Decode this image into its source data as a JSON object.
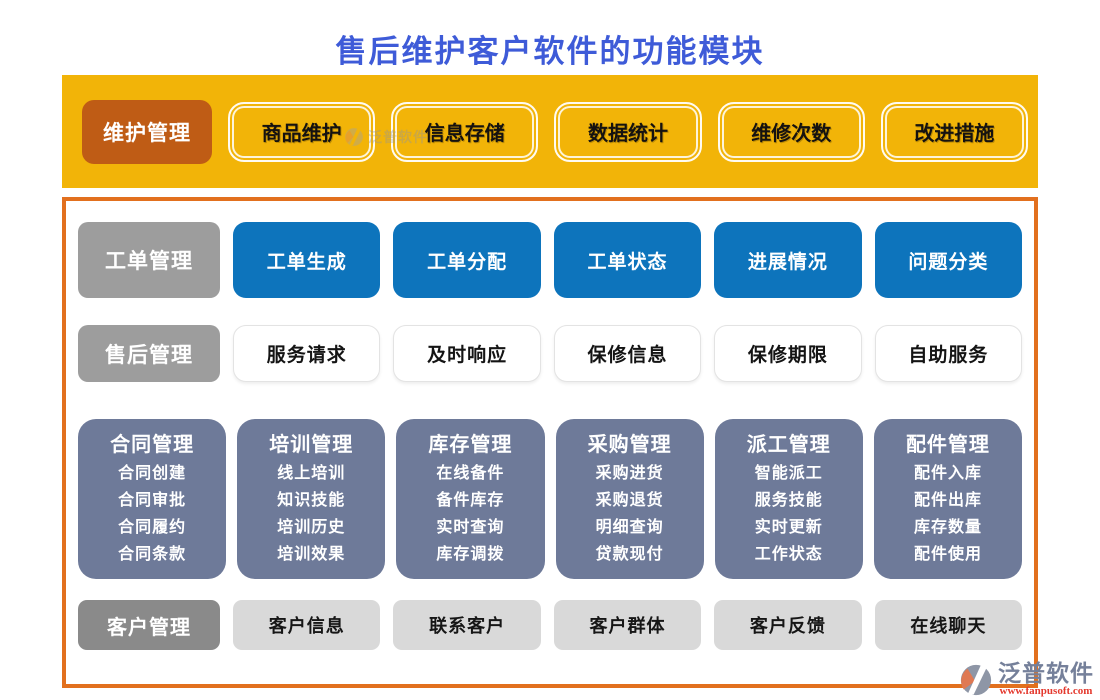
{
  "page": {
    "title": "售后维护客户软件的功能模块"
  },
  "banner": {
    "label": "维护管理",
    "items": [
      "商品维护",
      "信息存储",
      "数据统计",
      "维修次数",
      "改进措施"
    ]
  },
  "rows": {
    "workorder": {
      "label": "工单管理",
      "items": [
        "工单生成",
        "工单分配",
        "工单状态",
        "进展情况",
        "问题分类"
      ]
    },
    "aftersale": {
      "label": "售后管理",
      "items": [
        "服务请求",
        "及时响应",
        "保修信息",
        "保修期限",
        "自助服务"
      ]
    },
    "customer": {
      "label": "客户管理",
      "items": [
        "客户信息",
        "联系客户",
        "客户群体",
        "客户反馈",
        "在线聊天"
      ]
    }
  },
  "panels": [
    {
      "title": "合同管理",
      "items": [
        "合同创建",
        "合同审批",
        "合同履约",
        "合同条款"
      ]
    },
    {
      "title": "培训管理",
      "items": [
        "线上培训",
        "知识技能",
        "培训历史",
        "培训效果"
      ]
    },
    {
      "title": "库存管理",
      "items": [
        "在线备件",
        "备件库存",
        "实时查询",
        "库存调拨"
      ]
    },
    {
      "title": "采购管理",
      "items": [
        "采购进货",
        "采购退货",
        "明细查询",
        "贷款现付"
      ]
    },
    {
      "title": "派工管理",
      "items": [
        "智能派工",
        "服务技能",
        "实时更新",
        "工作状态"
      ]
    },
    {
      "title": "配件管理",
      "items": [
        "配件入库",
        "配件出库",
        "库存数量",
        "配件使用"
      ]
    }
  ],
  "footer": {
    "brand": "泛普软件",
    "url": "www.fanpusoft.com"
  },
  "watermark": {
    "brand": "泛普软件"
  },
  "colors": {
    "title_blue": "#3E5BD8",
    "banner_yellow": "#F2B408",
    "maintenance_orange": "#BF5C15",
    "container_border_orange": "#E2701E",
    "workorder_blue": "#0D74BC",
    "label_gray": "#9D9D9D",
    "panel_slate": "#6E7A99",
    "customer_label_gray": "#8A8A8A",
    "customer_btn_gray": "#D9D9D9",
    "brand_red": "#E4392E"
  }
}
